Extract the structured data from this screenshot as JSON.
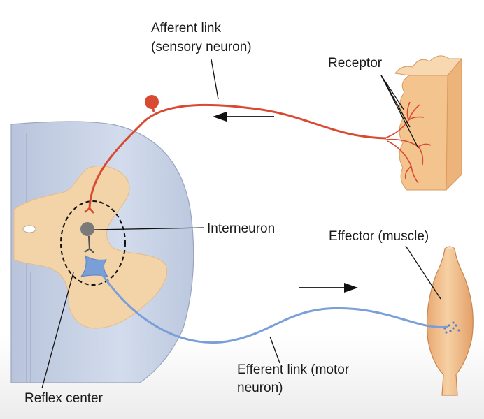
{
  "labels": {
    "afferent_line1": "Afferent link",
    "afferent_line2": "(sensory neuron)",
    "receptor": "Receptor",
    "interneuron": "Interneuron",
    "effector": "Effector (muscle)",
    "efferent_line1": "Efferent link (motor",
    "efferent_line2": "neuron)",
    "reflex_center": "Reflex center"
  },
  "colors": {
    "sensory_neuron": "#d94a33",
    "motor_neuron": "#7a9fd8",
    "gray_matter": "#f3d3a8",
    "white_matter": "#ccd6e8",
    "interneuron": "#7a7a7a",
    "skin": "#f4c48e",
    "muscle": "#f2c08d"
  },
  "icons": [
    "left-arrow-icon",
    "right-arrow-icon"
  ]
}
